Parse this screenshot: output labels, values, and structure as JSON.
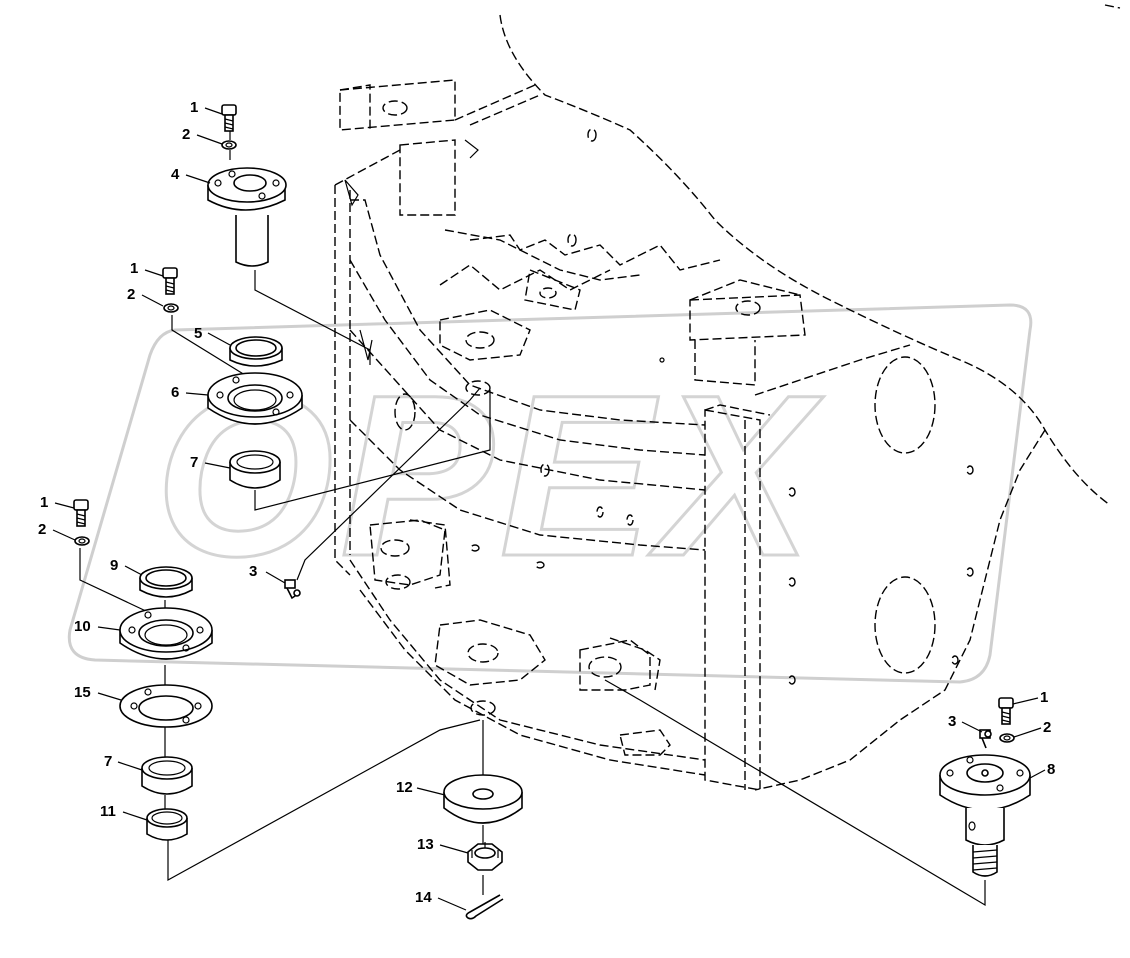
{
  "watermark": {
    "text": "OPEX"
  },
  "callouts": [
    {
      "id": "c1a",
      "label": "1"
    },
    {
      "id": "c2a",
      "label": "2"
    },
    {
      "id": "c4",
      "label": "4"
    },
    {
      "id": "c1b",
      "label": "1"
    },
    {
      "id": "c2b",
      "label": "2"
    },
    {
      "id": "c5",
      "label": "5"
    },
    {
      "id": "c6",
      "label": "6"
    },
    {
      "id": "c7a",
      "label": "7"
    },
    {
      "id": "c1c",
      "label": "1"
    },
    {
      "id": "c2c",
      "label": "2"
    },
    {
      "id": "c9",
      "label": "9"
    },
    {
      "id": "c3a",
      "label": "3"
    },
    {
      "id": "c10",
      "label": "10"
    },
    {
      "id": "c15",
      "label": "15"
    },
    {
      "id": "c7b",
      "label": "7"
    },
    {
      "id": "c11",
      "label": "11"
    },
    {
      "id": "c12",
      "label": "12"
    },
    {
      "id": "c13",
      "label": "13"
    },
    {
      "id": "c14",
      "label": "14"
    },
    {
      "id": "c1d",
      "label": "1"
    },
    {
      "id": "c3b",
      "label": "3"
    },
    {
      "id": "c2d",
      "label": "2"
    },
    {
      "id": "c8",
      "label": "8"
    }
  ]
}
